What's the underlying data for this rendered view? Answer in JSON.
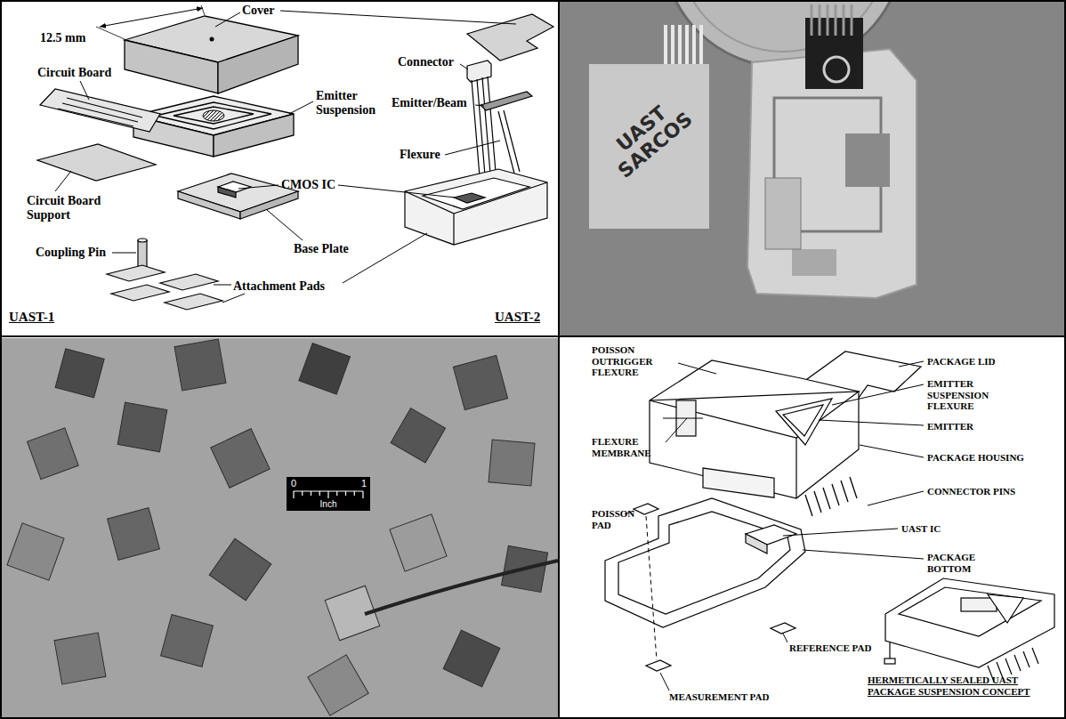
{
  "diagram": {
    "nodes": [
      {
        "text": [
          "UAST SARCOS"
        ]
      },
      {
        "text": [
          "0",
          "1",
          "Inch"
        ]
      }
    ],
    "labels": [
      "12.5 mm",
      "Cover",
      "Circuit Board",
      "Emitter Suspension",
      "Circuit Board Support",
      "Connector",
      "Emitter/Beam",
      "Flexure",
      "CMOS IC",
      "Base Plate",
      "Coupling Pin",
      "Attachment Pads",
      "UAST-1",
      "UAST-2",
      "POISSON OUTRIGGER FLEXURE",
      "PACKAGE LID",
      "EMITTER SUSPENSION FLEXURE",
      "EMITTER",
      "FLEXURE MEMBRANE",
      "PACKAGE HOUSING",
      "CONNECTOR PINS",
      "POISSON PAD",
      "UAST IC",
      "PACKAGE BOTTOM",
      "REFERENCE PAD",
      "MEASUREMENT PAD",
      "HERMETICALLY SEALED UAST PACKAGE SUSPENSION CONCEPT"
    ]
  }
}
